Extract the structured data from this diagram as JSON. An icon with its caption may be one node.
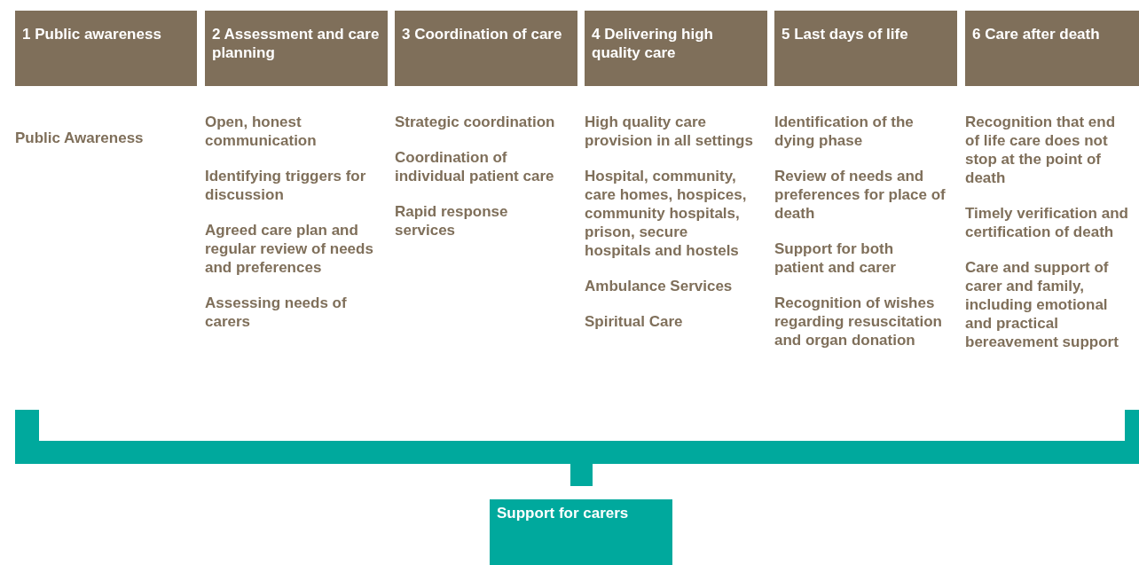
{
  "diagram": {
    "nodes": [
      {
        "text": [
          "1 Public awareness"
        ],
        "beside": [
          "Public Awareness"
        ]
      },
      {
        "text": [
          "2 Assessment and care planning"
        ],
        "beside": [
          "Open, honest communication",
          "Identifying triggers for discussion",
          "Agreed care plan and regular review of needs and preferences",
          "Assessing needs of carers"
        ]
      },
      {
        "text": [
          "3 Coordination of care"
        ],
        "beside": [
          "Strategic coordination",
          "Coordination of individual patient care",
          "Rapid response services"
        ]
      },
      {
        "text": [
          "4 Delivering high quality care"
        ],
        "beside": [
          "High quality care provision in all settings",
          "Hospital, community, care homes, hospices, community hospitals, prison, secure hospitals and hostels",
          "Ambulance Services",
          "Spiritual Care"
        ]
      },
      {
        "text": [
          "5 Last days of life"
        ],
        "beside": [
          "Identification of the dying phase",
          "Review of needs and preferences for place of death",
          "Support for both patient and carer",
          "Recognition of wishes regarding resuscitation and organ donation"
        ]
      },
      {
        "text": [
          "6 Care after death"
        ],
        "beside": [
          "Recognition that end of life care does not stop at the point of death",
          "Timely verification and certification of death",
          "Care and support of carer and family, including emotional and practical bereavement support"
        ]
      },
      {
        "text": [],
        "shape": "bracket"
      },
      {
        "text": [
          "Support for carers"
        ]
      }
    ]
  }
}
